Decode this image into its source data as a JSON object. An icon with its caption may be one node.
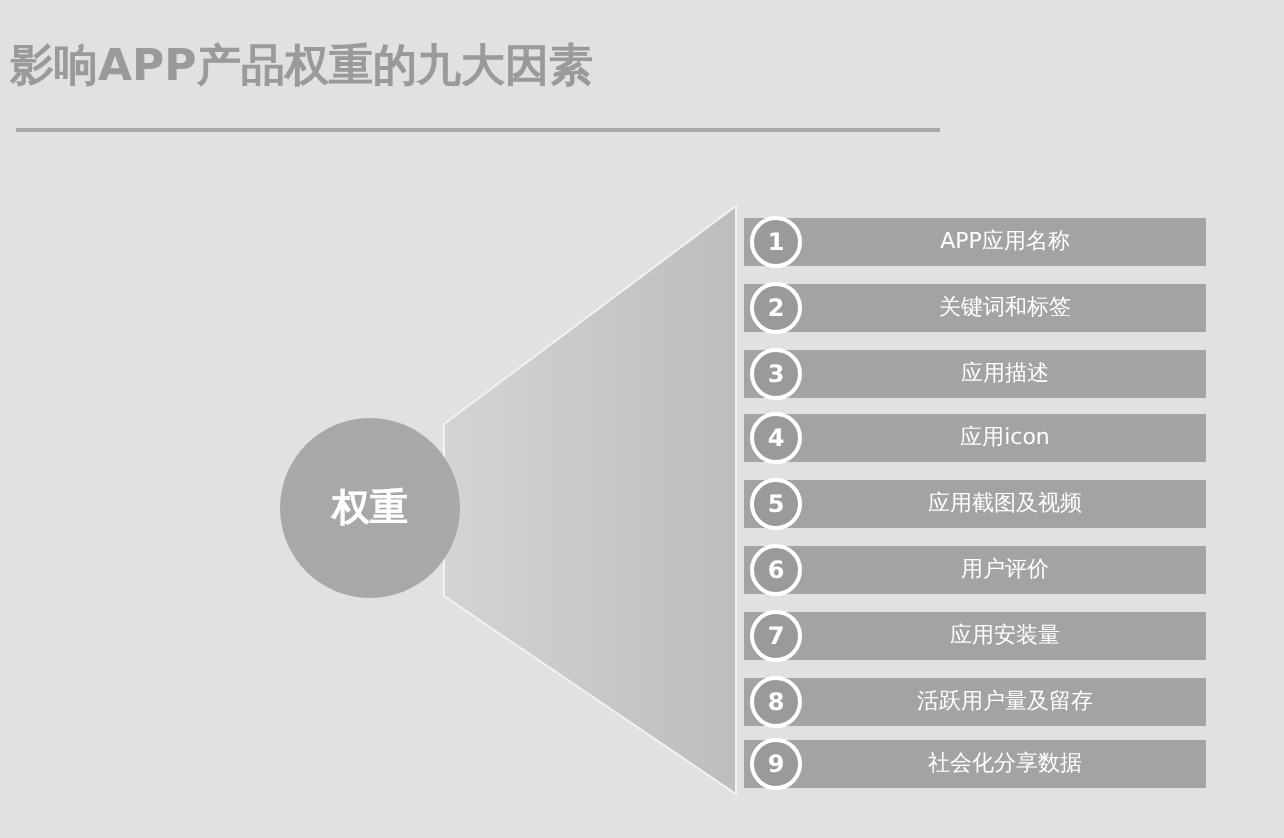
{
  "diagram": {
    "title": "影响APP产品权重的九大因素",
    "nodes": [
      {
        "text": [
          "权重"
        ]
      },
      {
        "text": [],
        "shape": "triangle"
      },
      {
        "text": [
          "1",
          "APP应用名称"
        ]
      },
      {
        "text": [
          "2",
          "关键词和标签"
        ]
      },
      {
        "text": [
          "3",
          "应用描述"
        ]
      },
      {
        "text": [
          "4",
          "应用icon"
        ]
      },
      {
        "text": [
          "5",
          "应用截图及视频"
        ]
      },
      {
        "text": [
          "6",
          "用户评价"
        ]
      },
      {
        "text": [
          "7",
          "应用安装量"
        ]
      },
      {
        "text": [
          "8",
          "活跃用户量及留存"
        ]
      },
      {
        "text": [
          "9",
          "社会化分享数据"
        ]
      }
    ],
    "edges": []
  }
}
